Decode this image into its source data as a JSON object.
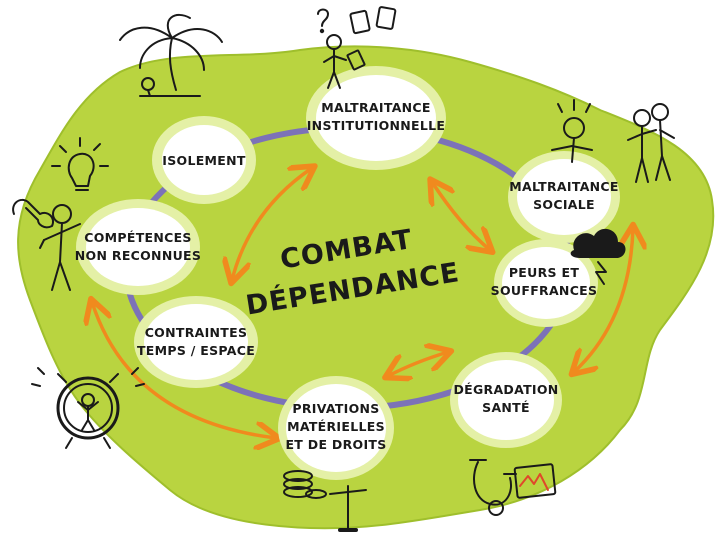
{
  "colors": {
    "blob": "#b9d440",
    "blob_edge": "#9fbf2c",
    "halo": "#e4f0a6",
    "node_fill": "#ffffff",
    "ring": "#7c72b8",
    "arrow": "#f08a1e",
    "ink": "#1a1a1a"
  },
  "center": {
    "line1": "COMBAT",
    "line2": "DÉPENDANCE"
  },
  "nodes": {
    "isolement": {
      "line1": "ISOLEMENT"
    },
    "maltraitance_institutionnelle": {
      "line1": "MALTRAITANCE",
      "line2": "INSTITUTIONNELLE"
    },
    "maltraitance_sociale": {
      "line1": "MALTRAITANCE",
      "line2": "SOCIALE"
    },
    "peurs_souffrances": {
      "line1": "PEURS ET",
      "line2": "SOUFFRANCES"
    },
    "degradation_sante": {
      "line1": "DÉGRADATION",
      "line2": "SANTÉ"
    },
    "privations": {
      "line1": "PRIVATIONS",
      "line2": "MATÉRIELLES",
      "line3": "ET DE DROITS"
    },
    "contraintes": {
      "line1": "CONTRAINTES",
      "line2": "TEMPS / ESPACE"
    },
    "competences": {
      "line1": "COMPÉTENCES",
      "line2": "NON RECONNUES"
    }
  },
  "icons": [
    "palm-tree-icon",
    "documents-icon",
    "person-reading-icon",
    "light-bulb-icon",
    "wrench-icon",
    "person-with-tools-icon",
    "alarm-clock-icon",
    "person-stressed-icon",
    "people-arguing-icon",
    "storm-cloud-icon",
    "stethoscope-icon",
    "declining-chart-icon",
    "coins-icon",
    "balance-scale-icon"
  ]
}
